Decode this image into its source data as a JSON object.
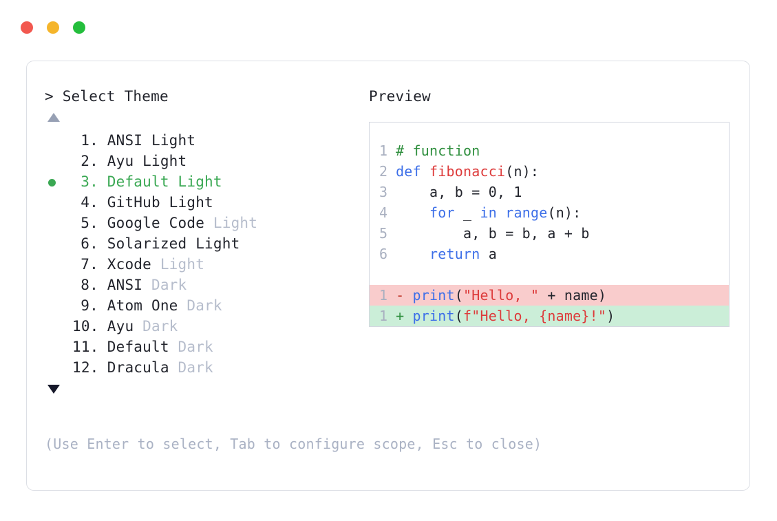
{
  "window": {
    "dots": [
      {
        "name": "close",
        "color": "#f2584f"
      },
      {
        "name": "minimize",
        "color": "#f5b52b"
      },
      {
        "name": "maximize",
        "color": "#24be3c"
      }
    ]
  },
  "left": {
    "prompt_symbol": ">",
    "prompt_label": "Select Theme",
    "scroll_up_icon": "triangle-up-icon",
    "scroll_down_icon": "triangle-down-icon",
    "selected_index": 3,
    "selected_color": "#3aa853",
    "variant_color": "#b6bdcc",
    "items": [
      {
        "index": "1.",
        "name": "ANSI Light",
        "variant": "",
        "selected": false
      },
      {
        "index": "2.",
        "name": "Ayu Light",
        "variant": "",
        "selected": false
      },
      {
        "index": "3.",
        "name": "Default Light",
        "variant": "",
        "selected": true
      },
      {
        "index": "4.",
        "name": "GitHub Light",
        "variant": "",
        "selected": false
      },
      {
        "index": "5.",
        "name": "Google Code",
        "variant": "Light",
        "selected": false
      },
      {
        "index": "6.",
        "name": "Solarized Light",
        "variant": "",
        "selected": false
      },
      {
        "index": "7.",
        "name": "Xcode",
        "variant": "Light",
        "selected": false
      },
      {
        "index": "8.",
        "name": "ANSI",
        "variant": "Dark",
        "selected": false
      },
      {
        "index": "9.",
        "name": "Atom One",
        "variant": "Dark",
        "selected": false
      },
      {
        "index": "10.",
        "name": "Ayu",
        "variant": "Dark",
        "selected": false
      },
      {
        "index": "11.",
        "name": "Default",
        "variant": "Dark",
        "selected": false
      },
      {
        "index": "12.",
        "name": "Dracula",
        "variant": "Dark",
        "selected": false
      }
    ]
  },
  "hint": "(Use Enter to select, Tab to configure scope, Esc to close)",
  "preview": {
    "title": "Preview",
    "code_lines": [
      {
        "no": "1",
        "tokens": [
          {
            "t": "# function",
            "c": "tok-comment"
          }
        ]
      },
      {
        "no": "2",
        "tokens": [
          {
            "t": "def ",
            "c": "tok-keyword"
          },
          {
            "t": "fibonacci",
            "c": "tok-func"
          },
          {
            "t": "(n):",
            "c": "tok-plain"
          }
        ]
      },
      {
        "no": "3",
        "tokens": [
          {
            "t": "    a, b = 0, 1",
            "c": "tok-plain"
          }
        ]
      },
      {
        "no": "4",
        "tokens": [
          {
            "t": "    ",
            "c": "tok-plain"
          },
          {
            "t": "for",
            "c": "tok-keyword"
          },
          {
            "t": " _ ",
            "c": "tok-plain"
          },
          {
            "t": "in",
            "c": "tok-keyword"
          },
          {
            "t": " ",
            "c": "tok-plain"
          },
          {
            "t": "range",
            "c": "tok-builtin"
          },
          {
            "t": "(n):",
            "c": "tok-plain"
          }
        ]
      },
      {
        "no": "5",
        "tokens": [
          {
            "t": "        a, b = b, a + b",
            "c": "tok-plain"
          }
        ]
      },
      {
        "no": "6",
        "tokens": [
          {
            "t": "    ",
            "c": "tok-plain"
          },
          {
            "t": "return",
            "c": "tok-keyword"
          },
          {
            "t": " a",
            "c": "tok-plain"
          }
        ]
      }
    ],
    "diff_lines": [
      {
        "no": "1",
        "marker": "-",
        "kind": "del",
        "tokens": [
          {
            "t": "print",
            "c": "tok-builtin"
          },
          {
            "t": "(",
            "c": "tok-plain"
          },
          {
            "t": "\"Hello, \"",
            "c": "tok-string"
          },
          {
            "t": " + name)",
            "c": "tok-plain"
          }
        ]
      },
      {
        "no": "1",
        "marker": "+",
        "kind": "add",
        "tokens": [
          {
            "t": "print",
            "c": "tok-builtin"
          },
          {
            "t": "(",
            "c": "tok-plain"
          },
          {
            "t": "f\"Hello, {name}!\"",
            "c": "tok-string"
          },
          {
            "t": ")",
            "c": "tok-plain"
          }
        ]
      }
    ],
    "diff_del_bg": "#f9cccc",
    "diff_add_bg": "#cbeed8"
  }
}
